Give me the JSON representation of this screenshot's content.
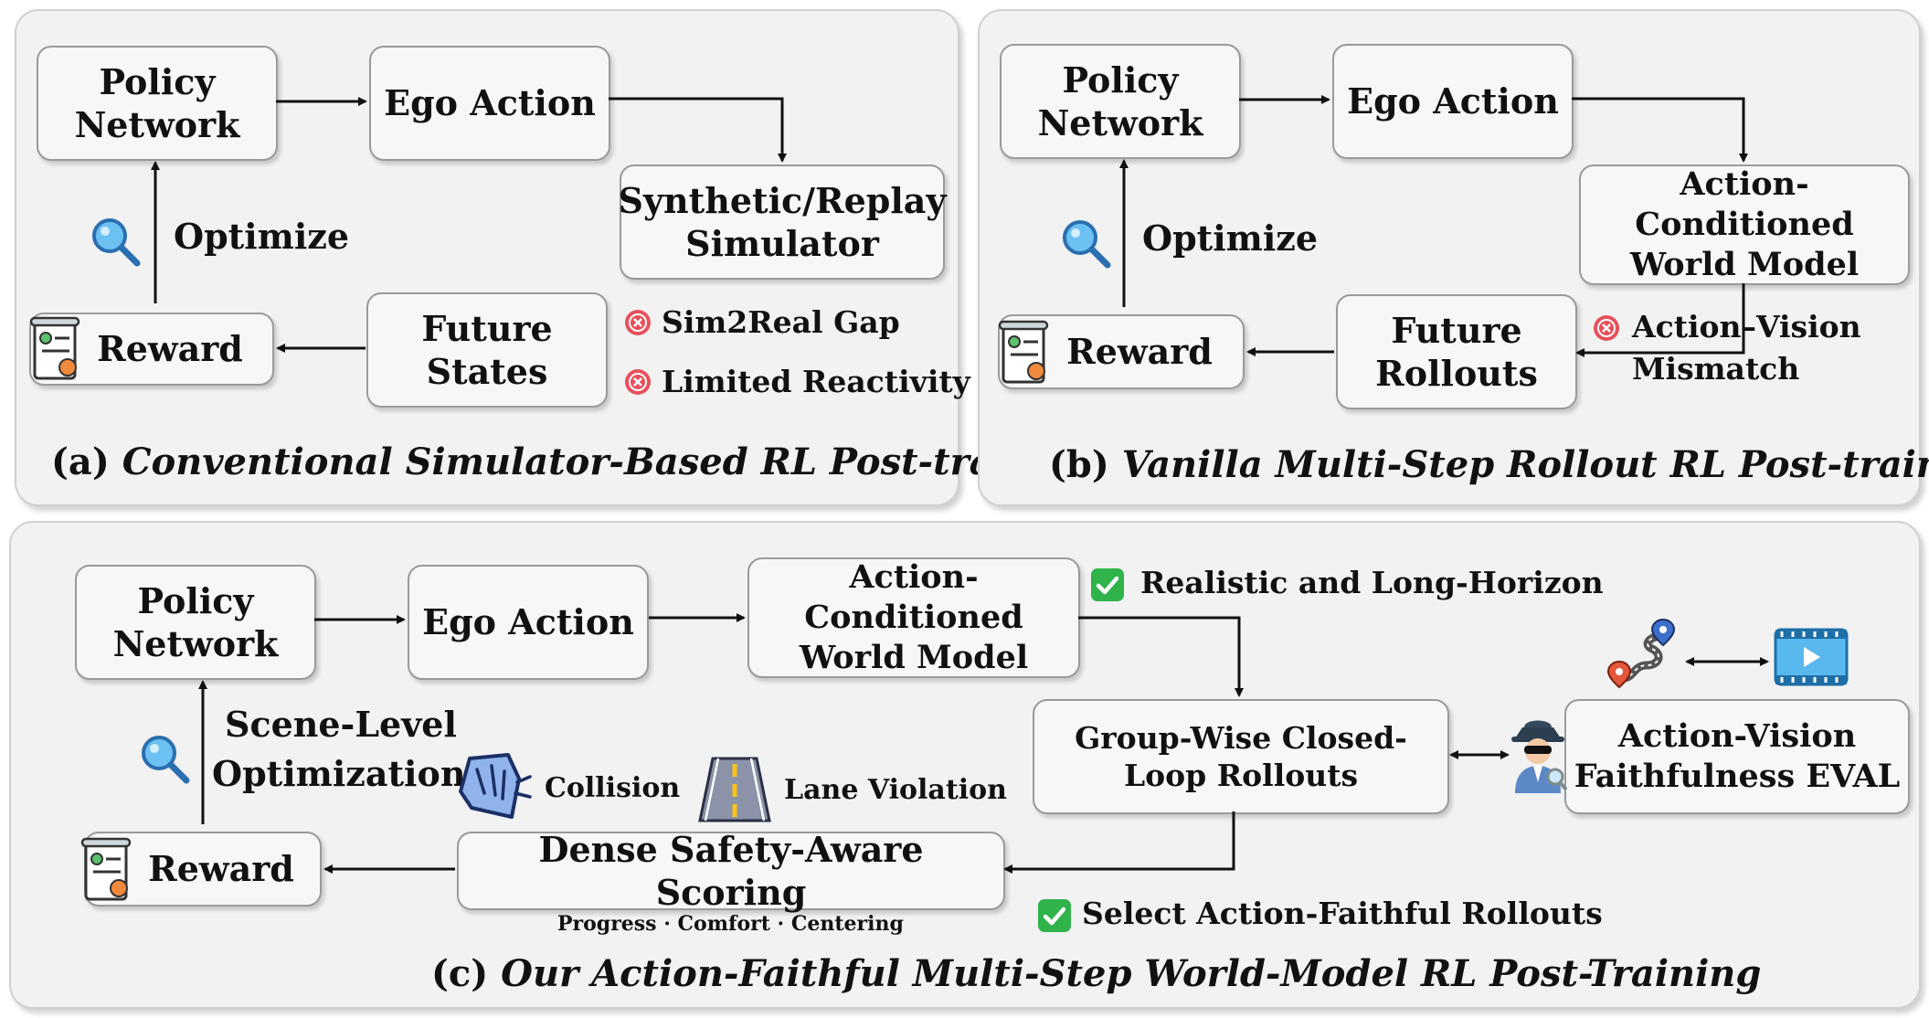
{
  "panel_a": {
    "caption_prefix": "(a)",
    "caption": "Conventional Simulator-Based RL Post-training",
    "policy": "Policy Network",
    "ego": "Ego Action",
    "simulator": "Synthetic/Replay Simulator",
    "future": "Future States",
    "reward": "Reward",
    "optimize": "Optimize",
    "issue1": "Sim2Real Gap",
    "issue2": "Limited Reactivity"
  },
  "panel_b": {
    "caption_prefix": "(b)",
    "caption": "Vanilla Multi-Step Rollout RL Post-training",
    "policy": "Policy Network",
    "ego": "Ego Action",
    "world": "Action-Conditioned World Model",
    "future": "Future Rollouts",
    "reward": "Reward",
    "optimize": "Optimize",
    "issue_line1": "Action–Vision",
    "issue_line2": "Mismatch"
  },
  "panel_c": {
    "caption_prefix": "(c)",
    "caption": "Our Action-Faithful Multi-Step World-Model RL Post-Training",
    "policy": "Policy Network",
    "ego": "Ego Action",
    "world": "Action-Conditioned World Model",
    "benefit1": "Realistic and Long-Horizon",
    "group": "Group-Wise Closed-Loop Rollouts",
    "eval": "Action-Vision Faithfulness EVAL",
    "benefit2": "Select Action-Faithful Rollouts",
    "scoring": "Dense Safety-Aware Scoring",
    "scoring_sub": "Progress · Comfort · Centering",
    "collision": "Collision",
    "lane": "Lane Violation",
    "reward": "Reward",
    "opt_line1": "Scene-Level",
    "opt_line2": "Optimization"
  },
  "icons": [
    "magnifier-icon",
    "reward-scroll-icon",
    "cross-circle-icon",
    "check-box-icon",
    "collision-icon",
    "lane-road-icon",
    "route-map-icon",
    "video-play-icon",
    "detective-icon"
  ],
  "colors": {
    "panel_bg": "#f2f2f2",
    "box_bg": "#f7f7f7",
    "cross": "#e8505b",
    "check": "#2fb34a",
    "magnifier": "#3a8fd6"
  }
}
